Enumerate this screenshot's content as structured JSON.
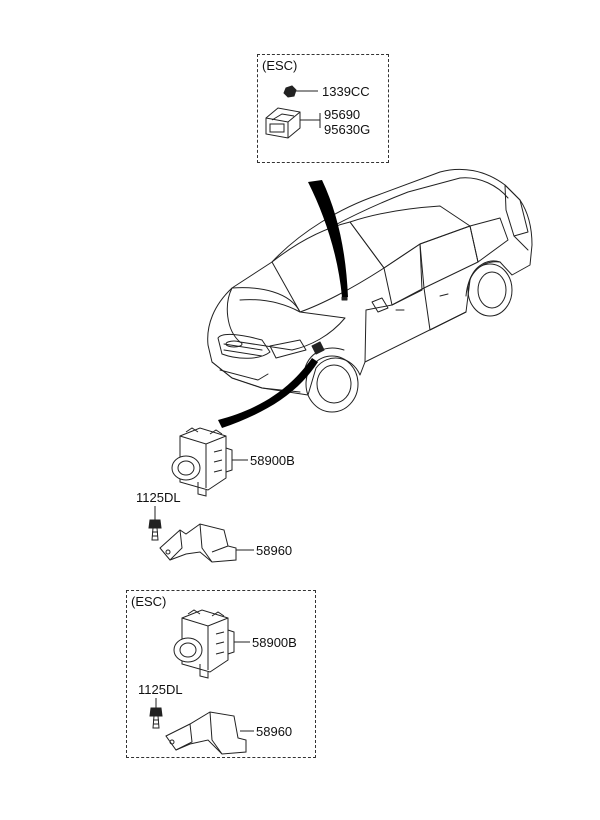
{
  "top_inset": {
    "tag": "(ESC)",
    "parts": [
      "1339CC",
      "95690",
      "95630G"
    ]
  },
  "main_parts": {
    "hecu": "58900B",
    "bolt": "1125DL",
    "bracket": "58960"
  },
  "bottom_inset": {
    "tag": "(ESC)",
    "hecu": "58900B",
    "bolt": "1125DL",
    "bracket": "58960"
  }
}
